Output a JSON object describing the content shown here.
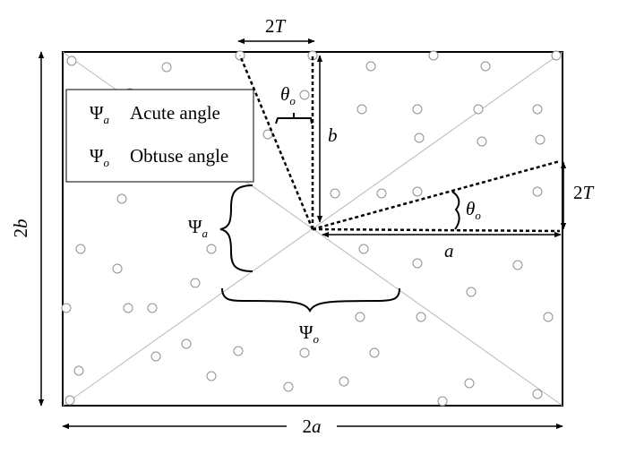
{
  "legend": {
    "items": [
      {
        "symbol": "Ψ",
        "sub": "a",
        "text": "Acute angle"
      },
      {
        "symbol": "Ψ",
        "sub": "o",
        "text": "Obtuse angle"
      }
    ]
  },
  "labels": {
    "two_t_top": {
      "num": "2",
      "var": "T"
    },
    "theta_top": {
      "sym": "θ",
      "sub": "o"
    },
    "b": "b",
    "two_b": {
      "num": "2",
      "var": "b"
    },
    "two_t_right": {
      "num": "2",
      "var": "T"
    },
    "theta_right": {
      "sym": "θ",
      "sub": "o"
    },
    "a": "a",
    "psi_a": {
      "sym": "Ψ",
      "sub": "a"
    },
    "psi_o": {
      "sym": "Ψ",
      "sub": "o"
    },
    "two_a": {
      "num": "2",
      "var": "a"
    }
  },
  "colors": {
    "frame": "#000000",
    "diagonal": "#b8b8b8",
    "circle": "#909090"
  },
  "icons": [
    "arrow-icon",
    "brace-icon",
    "circle-particle-icon"
  ]
}
